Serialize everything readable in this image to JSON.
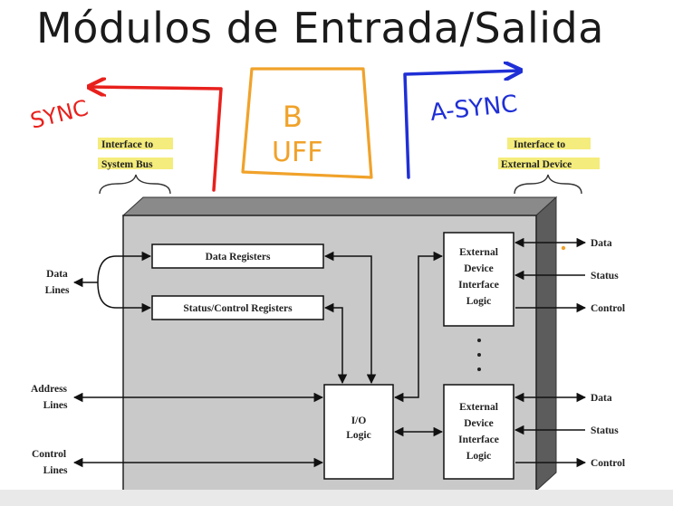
{
  "slide": {
    "title": "Módulos de Entrada/Salida"
  },
  "annotations": {
    "sync": "SYNC",
    "async": "A-SYNC",
    "buff_line1": "B",
    "buff_line2": "UFF"
  },
  "diagram": {
    "interface_system_bus": [
      "Interface to",
      "System Bus"
    ],
    "interface_external_device": [
      "Interface to",
      "External Device"
    ],
    "data_registers": "Data Registers",
    "status_control_registers": "Status/Control Registers",
    "io_logic": [
      "I/O",
      "Logic"
    ],
    "ext_logic_top": [
      "External",
      "Device",
      "Interface",
      "Logic"
    ],
    "ext_logic_bottom": [
      "External",
      "Device",
      "Interface",
      "Logic"
    ],
    "data_lines": [
      "Data",
      "Lines"
    ],
    "address_lines": [
      "Address",
      "Lines"
    ],
    "control_lines": [
      "Control",
      "Lines"
    ],
    "right_top": [
      "Data",
      "Status",
      "Control"
    ],
    "right_bottom": [
      "Data",
      "Status",
      "Control"
    ],
    "ellipsis": "·\n·\n·"
  },
  "colors": {
    "sync_red": "#e8201c",
    "buff_orange": "#f0a22a",
    "async_blue": "#1f2fd6",
    "highlight": "#f4ec7c",
    "module_fill": "#c9c9c9"
  }
}
